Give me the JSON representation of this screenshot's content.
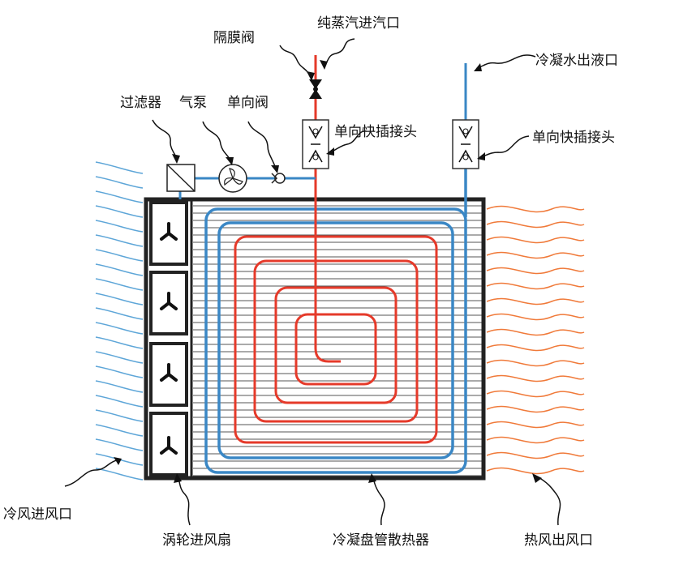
{
  "labels": {
    "steam_inlet": "纯蒸汽进汽口",
    "diaphragm_valve": "隔膜阀",
    "condensate_outlet": "冷凝水出液口",
    "filter": "过滤器",
    "air_pump": "气泵",
    "check_valve": "单向阀",
    "quick_coupler_steam": "单向快插接头",
    "quick_coupler_water": "单向快插接头",
    "cold_air_inlet": "冷风进风口",
    "turbo_fan": "涡轮进风扇",
    "condenser_coil": "冷凝盘管散热器",
    "hot_air_outlet": "热风出风口"
  },
  "colors": {
    "steam_pipe": "#e53a2a",
    "water_pipe": "#3a87c5",
    "hot_air": "#f07a3a",
    "cold_air": "#5ea6d8",
    "frame": "#222222"
  }
}
